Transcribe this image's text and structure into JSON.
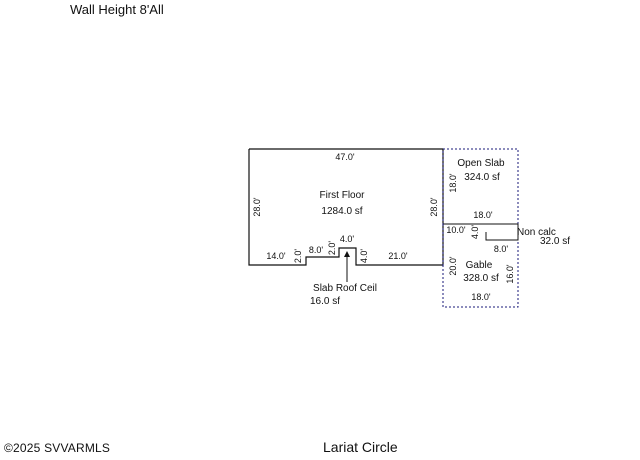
{
  "header": {
    "wall_height": "Wall Height 8'All"
  },
  "footer": {
    "copyright": "©2025 SVVARMLS",
    "street": "Lariat Circle"
  },
  "plan": {
    "first_floor": {
      "name": "First Floor",
      "area": "1284.0 sf"
    },
    "open_slab": {
      "name": "Open Slab",
      "area": "324.0 sf"
    },
    "non_calc": {
      "name": "Non calc",
      "area": "32.0 sf"
    },
    "gable": {
      "name": "Gable",
      "area": "328.0 sf"
    },
    "slab_roof_ceil": {
      "name": "Slab Roof Ceil",
      "area": "16.0 sf"
    },
    "dims": {
      "ff_top": "47.0'",
      "ff_left": "28.0'",
      "ff_right": "28.0'",
      "ff_bottom_left": "14.0'",
      "ff_step_a": "2.0'",
      "ff_mid": "8.0'",
      "ff_step_b": "2.0'",
      "notch_top": "4.0'",
      "notch_right": "4.0'",
      "ff_bottom_right": "21.0'",
      "os_right": "18.0'",
      "os_bottom": "18.0'",
      "nc_top": "10.0'",
      "nc_side": "4.0'",
      "nc_bottom": "8.0'",
      "gable_left": "20.0'",
      "gable_right": "16.0'",
      "gable_bottom": "18.0'"
    }
  }
}
